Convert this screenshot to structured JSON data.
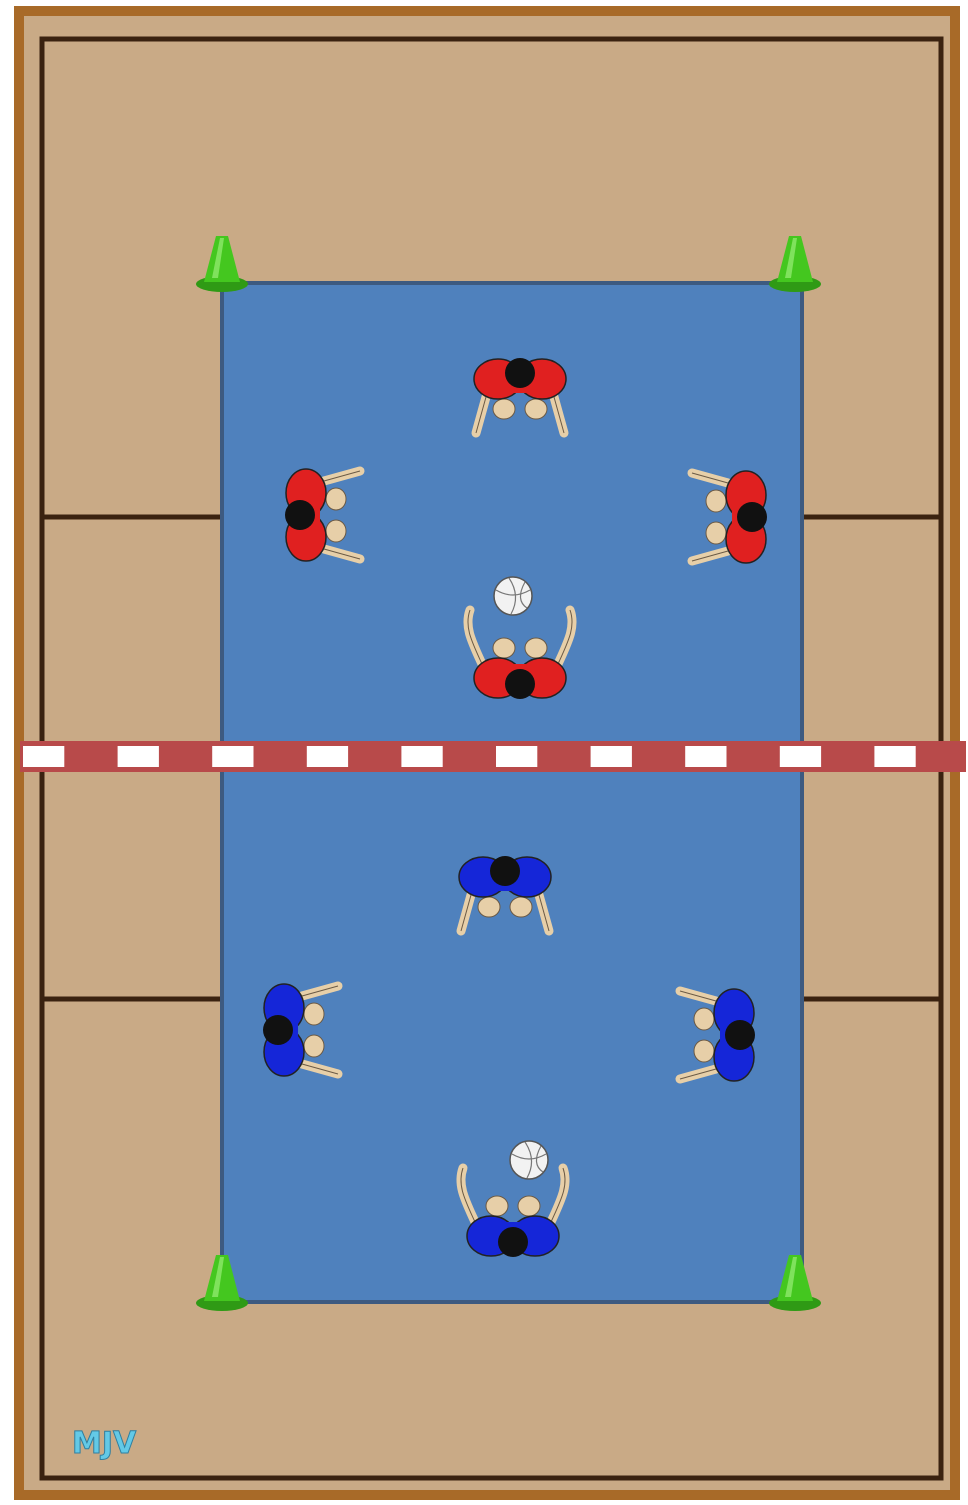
{
  "watermark": {
    "text": "MJV"
  },
  "colors": {
    "outer_frame": "#a86a28",
    "floor": "#c9aa86",
    "court_lines": "#3a2210",
    "play_area": "#4f81bd",
    "team_red": "#e02020",
    "team_blue": "#1526d8",
    "net_dark": "#b84a4a",
    "net_light": "#ffffff",
    "cone": "#44c71f",
    "skin": "#e7cfa8",
    "hair": "#111111",
    "ball": "#f2f2f2",
    "watermark": "#63c9e6"
  },
  "players": [
    {
      "team": "red",
      "label": "red-player-back-center",
      "facing": "down",
      "arms_raised": false
    },
    {
      "team": "red",
      "label": "red-player-left",
      "facing": "right",
      "arms_raised": false
    },
    {
      "team": "red",
      "label": "red-player-right",
      "facing": "left",
      "arms_raised": false
    },
    {
      "team": "red",
      "label": "red-player-front-setter",
      "facing": "up",
      "arms_raised": true
    },
    {
      "team": "blue",
      "label": "blue-player-front-center",
      "facing": "down",
      "arms_raised": false
    },
    {
      "team": "blue",
      "label": "blue-player-left",
      "facing": "right",
      "arms_raised": false
    },
    {
      "team": "blue",
      "label": "blue-player-right",
      "facing": "left",
      "arms_raised": false
    },
    {
      "team": "blue",
      "label": "blue-player-back-setter",
      "facing": "up",
      "arms_raised": true
    }
  ],
  "balls": [
    {
      "label": "ball-red-side",
      "icon": "volleyball-icon"
    },
    {
      "label": "ball-blue-side",
      "icon": "volleyball-icon"
    }
  ],
  "cones": [
    {
      "label": "cone-top-left",
      "icon": "cone-icon"
    },
    {
      "label": "cone-top-right",
      "icon": "cone-icon"
    },
    {
      "label": "cone-bottom-left",
      "icon": "cone-icon"
    },
    {
      "label": "cone-bottom-right",
      "icon": "cone-icon"
    }
  ],
  "net": {
    "segments": 20
  }
}
